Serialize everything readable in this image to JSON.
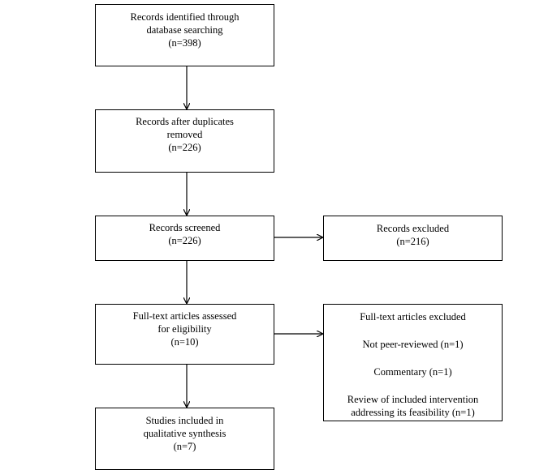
{
  "identified": {
    "line1": "Records identified through",
    "line2": "database searching",
    "count": "(n=398)"
  },
  "duplicates_removed": {
    "line1": "Records after duplicates",
    "line2": "removed",
    "count": "(n=226)"
  },
  "screened": {
    "line1": "Records screened",
    "count": "(n=226)"
  },
  "records_excluded": {
    "line1": "Records excluded",
    "count": "(n=216)"
  },
  "full_text_assessed": {
    "line1": "Full-text articles assessed",
    "line2": "for eligibility",
    "count": "(n=10)"
  },
  "full_text_excluded": {
    "title": "Full-text articles excluded",
    "reasons": [
      "Not peer-reviewed (n=1)",
      "Commentary (n=1)",
      "Review of included intervention",
      "addressing its feasibility (n=1)"
    ]
  },
  "included": {
    "line1": "Studies included in",
    "line2": "qualitative synthesis",
    "count": "(n=7)"
  }
}
